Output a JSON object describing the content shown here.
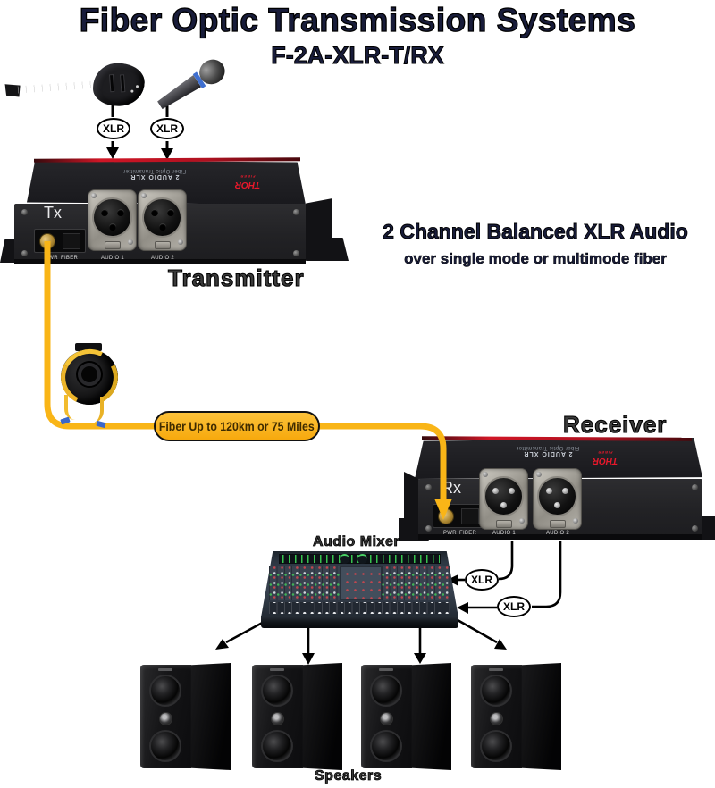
{
  "header": {
    "title": "Fiber Optic Transmission Systems",
    "subtitle": "F-2A-XLR-T/RX"
  },
  "tagline": {
    "line1": "2 Channel Balanced XLR Audio",
    "line2": "over single mode or multimode fiber"
  },
  "connectors": {
    "xlr": "XLR"
  },
  "fiber_link": {
    "label": "Fiber Up to 120km or 75 Miles"
  },
  "transmitter": {
    "caption": "Transmitter",
    "panel_label": "Tx",
    "top_line1": "2 AUDIO XLR",
    "top_line2": "Fiber Optic Transmitter",
    "brand": "THOR",
    "brand_sub": "FIBER",
    "ports": {
      "pwr": "PWR",
      "fiber": "FIBER",
      "audio1": "AUDIO 1",
      "audio2": "AUDIO 2"
    }
  },
  "receiver": {
    "caption": "Receiver",
    "panel_label": "Rx",
    "top_line1": "2 AUDIO XLR",
    "top_line2": "Fiber Optic Transmitter",
    "brand": "THOR",
    "brand_sub": "FIBER",
    "ports": {
      "pwr": "PWR",
      "fiber": "FIBER",
      "audio1": "AUDIO 1",
      "audio2": "AUDIO 2"
    }
  },
  "mixer": {
    "caption": "Audio Mixer"
  },
  "speakers": {
    "caption": "Speakers"
  },
  "colors": {
    "fiber_yellow": "#F9B517",
    "pill_fill": "#F9B517",
    "pill_text": "#3E2B00",
    "brand_red": "#E8182B",
    "device_body": "#222225"
  }
}
